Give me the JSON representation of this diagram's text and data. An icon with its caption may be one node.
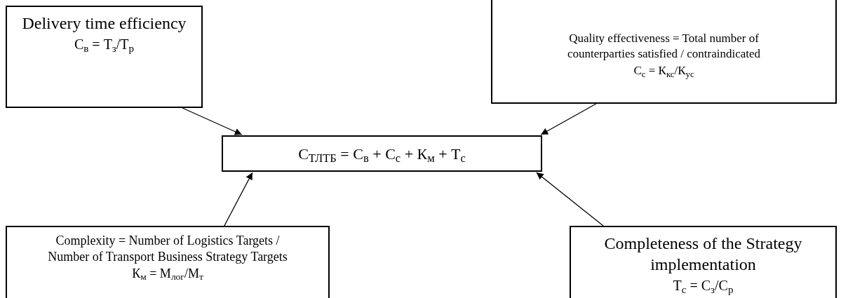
{
  "diagram": {
    "nodes": [
      {
        "text": [
          "Delivery time efficiency",
          "С$_{в}$ = Т$_{з}$/Т$_{р}$"
        ]
      },
      {
        "text": [
          "Quality effectiveness = Total number of counterparties satisfied / contraindicated",
          "С$_{с}$ = К$_{кс}$/К$_{ус}$"
        ]
      },
      {
        "text": [
          "С$_{ТЛТБ}$ = С$_{в}$ + С$_{с}$ + К$_{м}$ + Т$_{с}$"
        ]
      },
      {
        "text": [
          "Complexity = Number of Logistics Targets / Number of Transport Business Strategy Targets",
          "К$_{м}$ = М$_{лог}$/М$_{т}$"
        ]
      },
      {
        "text": [
          "Completeness of the Strategy implementation",
          "Т$_{с}$ = С$_{з}$/С$_{р}$"
        ]
      }
    ],
    "edges": [
      {
        "from": 0,
        "to": 2,
        "arrow": "to"
      },
      {
        "from": 1,
        "to": 2,
        "arrow": "to"
      },
      {
        "from": 3,
        "to": 2,
        "arrow": "to"
      },
      {
        "from": 4,
        "to": 2,
        "arrow": "to"
      }
    ]
  }
}
